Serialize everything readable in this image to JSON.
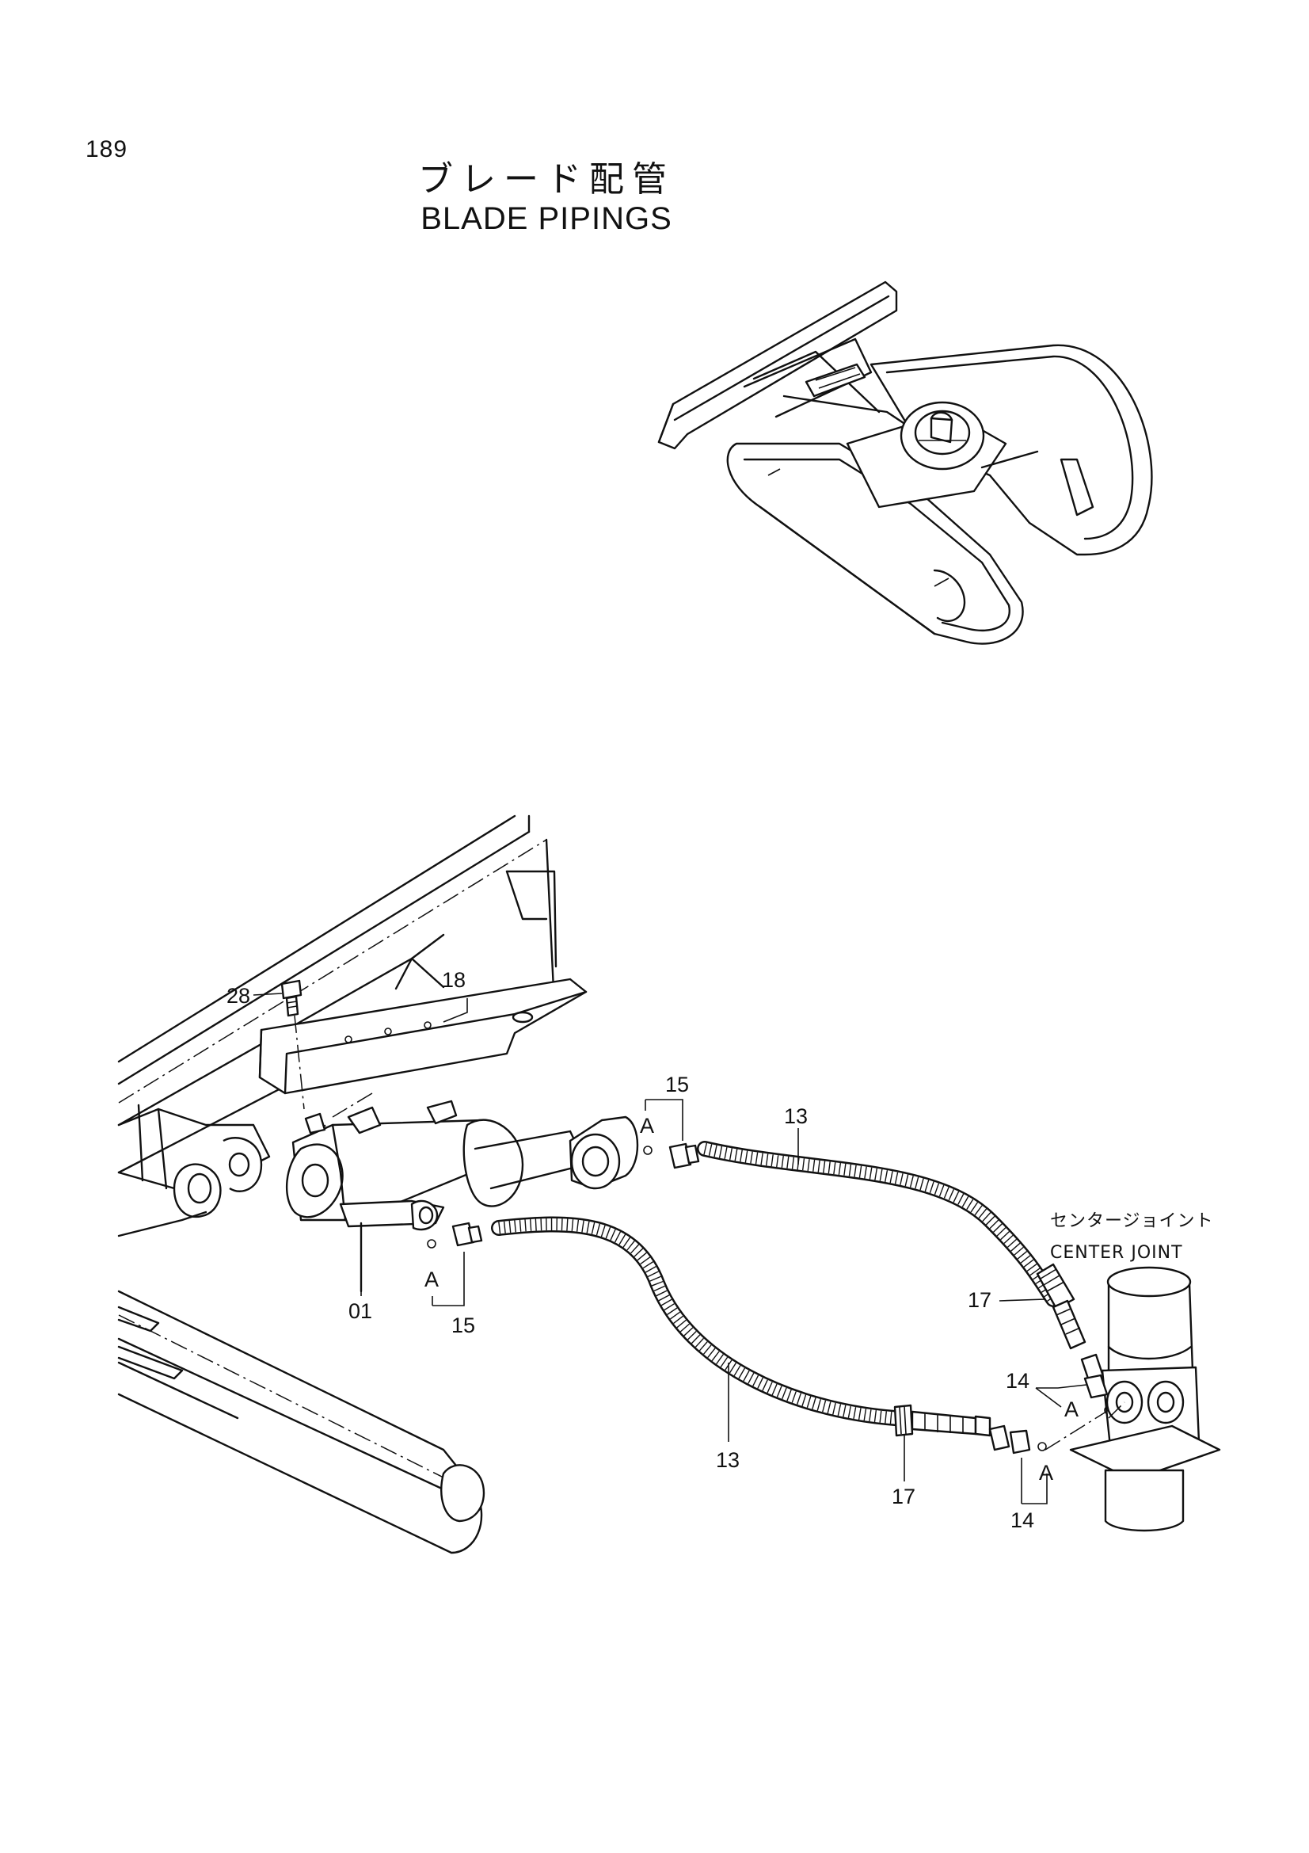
{
  "page": {
    "number": "189",
    "title_jp": "ブレード配管",
    "title_en": "BLADE PIPINGS"
  },
  "center_joint": {
    "label_jp": "センタージョイント",
    "label_en": "CENTER JOINT"
  },
  "callouts": {
    "c28": "28",
    "c18": "18",
    "c01": "01",
    "c15_top": "15",
    "c15_bottom": "15",
    "cA_top": "A",
    "cA_bottom": "A",
    "c13_top": "13",
    "c13_bottom": "13",
    "c17_top": "17",
    "c17_bottom": "17",
    "c14_top": "14",
    "c14_bottom": "14",
    "cA_right_top": "A",
    "cA_right_bottom": "A"
  }
}
